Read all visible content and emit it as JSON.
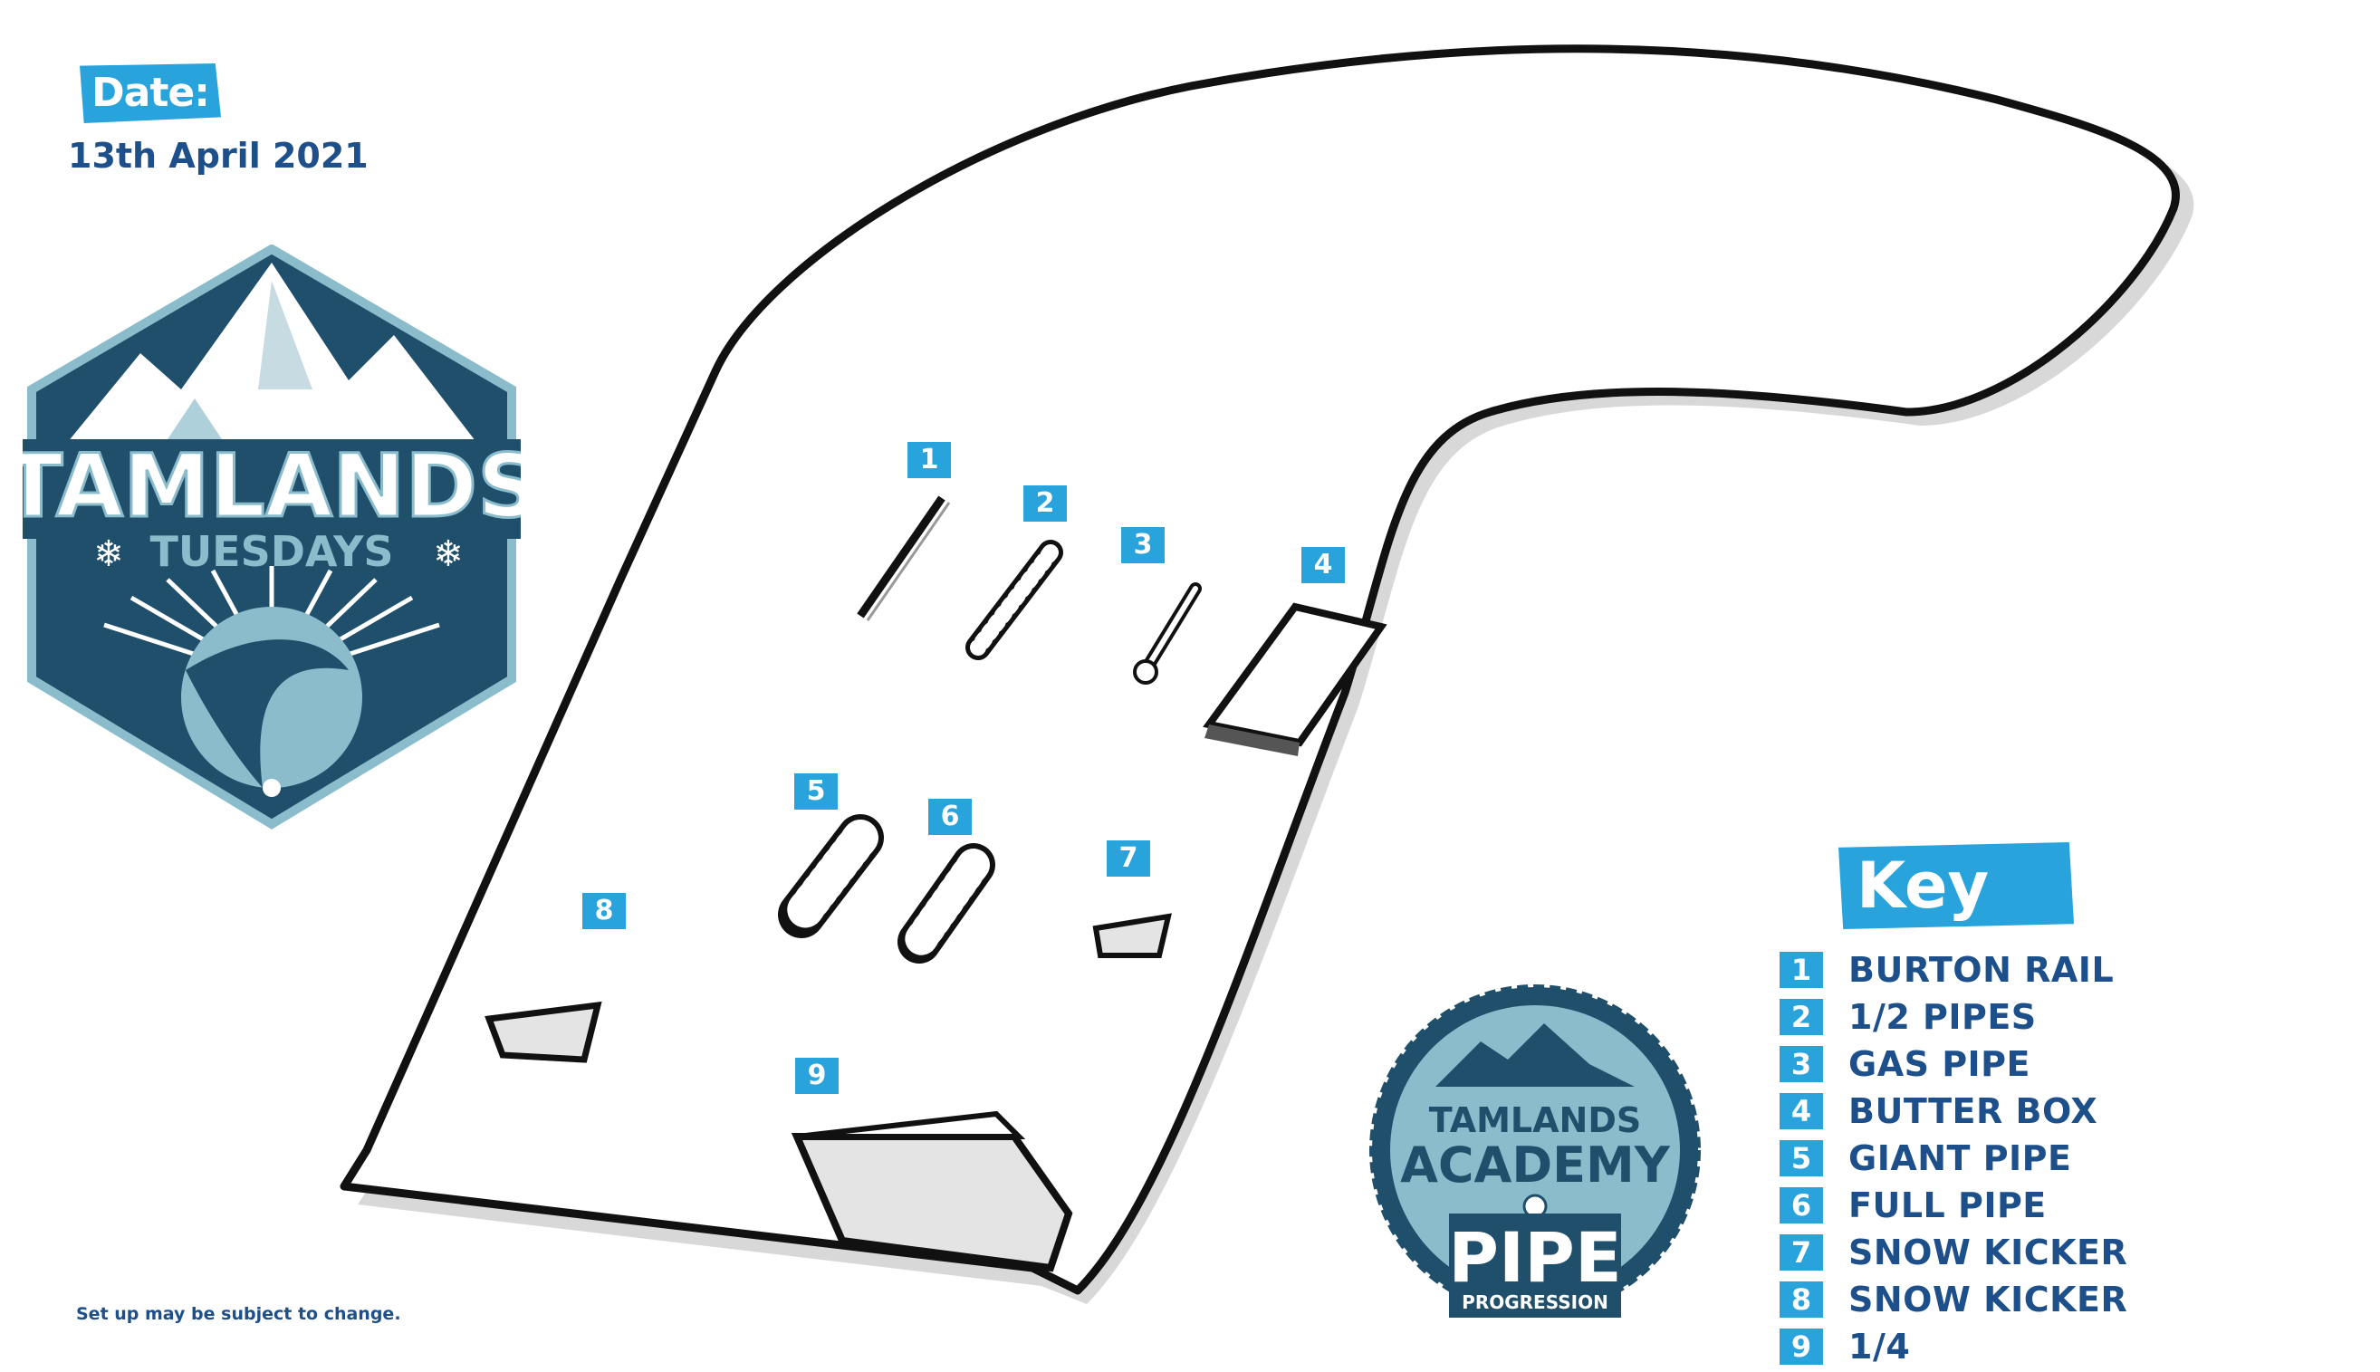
{
  "header": {
    "date_label": "Date:",
    "date_value": "13th April 2021"
  },
  "logo": {
    "line1": "TAMLANDS",
    "line2": "TUESDAYS"
  },
  "badge": {
    "line1": "TAMLANDS",
    "line2": "ACADEMY",
    "line3": "PIPE",
    "line4": "PROGRESSION"
  },
  "disclaimer": "Set up may be subject to change.",
  "key": {
    "title": "Key",
    "items": [
      {
        "num": "1",
        "label": "BURTON RAIL"
      },
      {
        "num": "2",
        "label": "1/2 PIPES"
      },
      {
        "num": "3",
        "label": "GAS PIPE"
      },
      {
        "num": "4",
        "label": "BUTTER BOX"
      },
      {
        "num": "5",
        "label": "GIANT PIPE"
      },
      {
        "num": "6",
        "label": "FULL PIPE"
      },
      {
        "num": "7",
        "label": "SNOW KICKER"
      },
      {
        "num": "8",
        "label": "SNOW KICKER"
      },
      {
        "num": "9",
        "label": "1/4"
      }
    ]
  },
  "map_markers": [
    "1",
    "2",
    "3",
    "4",
    "5",
    "6",
    "7",
    "8",
    "9"
  ],
  "colors": {
    "accent": "#29a3dc",
    "navy": "#1d4f8a",
    "logo_dark": "#1f4f6b",
    "logo_light": "#8bbccc"
  }
}
